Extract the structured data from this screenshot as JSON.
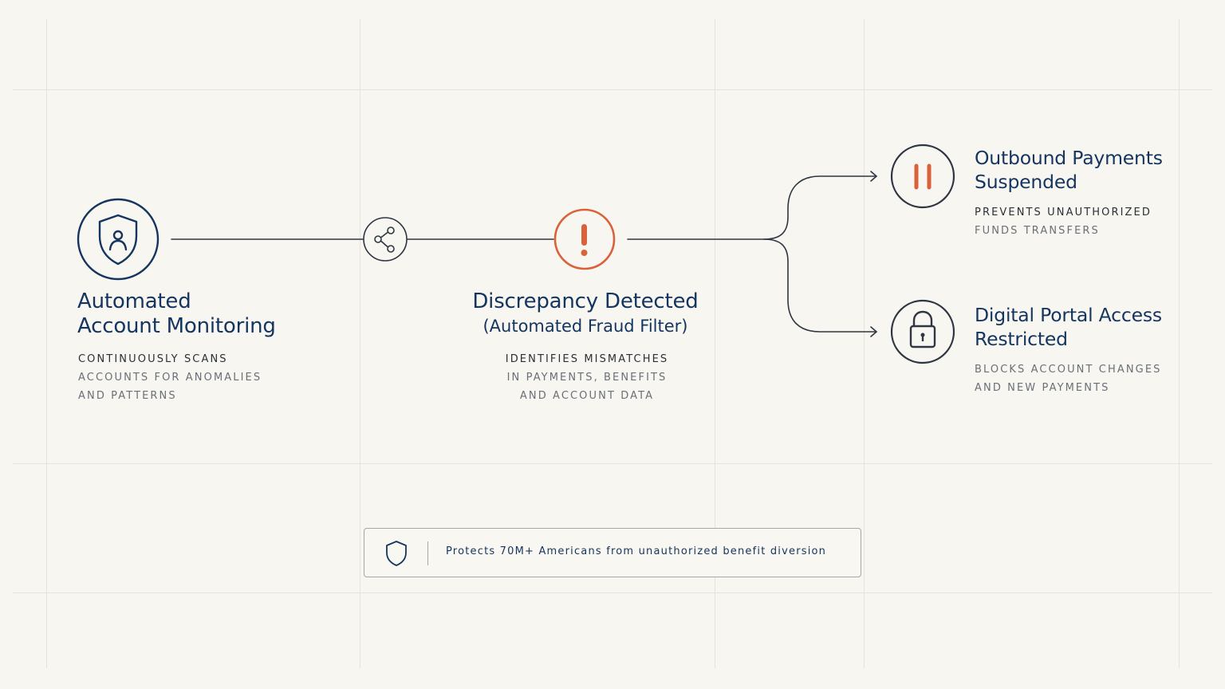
{
  "steps": {
    "monitoring": {
      "title_line1": "Automated",
      "title_line2": "Account Monitoring",
      "desc_line1": "CONTINUOUSLY SCANS",
      "desc_line2": "ACCOUNTS FOR ANOMALIES",
      "desc_line3": "AND PATTERNS",
      "icon": "shield-user-icon"
    },
    "share_node": {
      "icon": "share-icon"
    },
    "discrepancy": {
      "title": "Discrepancy Detected",
      "subtitle": "(Automated Fraud Filter)",
      "desc_line1": "IDENTIFIES MISMATCHES",
      "desc_line2": "IN PAYMENTS, BENEFITS",
      "desc_line3": "AND ACCOUNT DATA",
      "icon": "exclamation-icon"
    },
    "payments": {
      "title_line1": "Outbound Payments",
      "title_line2": "Suspended",
      "desc_line1": "PREVENTS UNAUTHORIZED",
      "desc_line2": "FUNDS TRANSFERS",
      "icon": "pause-icon"
    },
    "portal": {
      "title_line1": "Digital Portal Access",
      "title_line2": "Restricted",
      "desc_line1": "BLOCKS ACCOUNT CHANGES",
      "desc_line2": "AND NEW PAYMENTS",
      "icon": "lock-icon"
    }
  },
  "banner": {
    "text": "Protects 70M+ Americans from unauthorized benefit diversion",
    "icon": "shield-icon"
  },
  "colors": {
    "background": "#f8f6f1",
    "navy": "#14355f",
    "ink": "#2f3542",
    "accent": "#d9623b",
    "grid": "#e6e3dc"
  }
}
